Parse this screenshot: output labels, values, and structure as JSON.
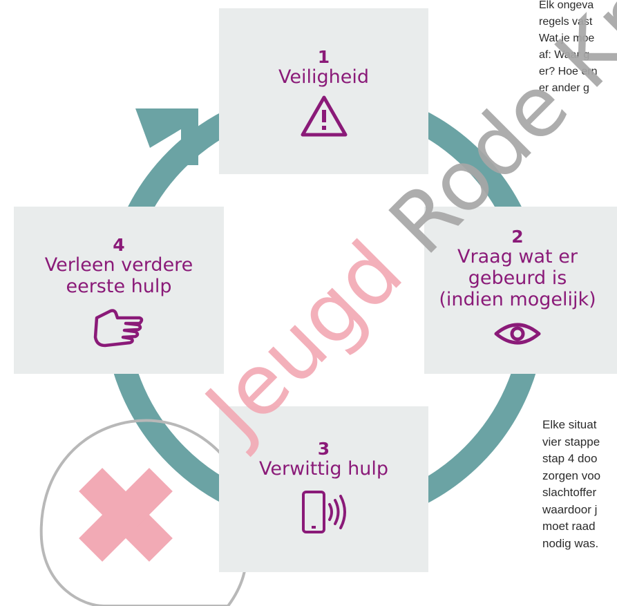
{
  "steps": [
    {
      "number": "1",
      "label_lines": [
        "Veiligheid"
      ],
      "icon": "warning-triangle-icon"
    },
    {
      "number": "2",
      "label_lines": [
        "Vraag wat er",
        "gebeurd is",
        "(indien mogelijk)"
      ],
      "icon": "eye-icon"
    },
    {
      "number": "3",
      "label_lines": [
        "Verwittig hulp"
      ],
      "icon": "phone-calling-icon"
    },
    {
      "number": "4",
      "label_lines": [
        "Verleen verdere",
        "eerste hulp"
      ],
      "icon": "hand-pointing-icon"
    }
  ],
  "side_text_top": [
    "Elk ongeva",
    "regels vast",
    "Wat je moe",
    "af: Waar g",
    "er? Hoe ern",
    "er ander g"
  ],
  "side_text_bottom": [
    "Elke situat",
    "vier stappe",
    "stap 4 doo",
    "zorgen voo",
    "slachtoffer",
    "waardoor j",
    "moet raad",
    "nodig was."
  ],
  "watermark": "Jeugd Rode Kruis",
  "colors": {
    "arrow": "#6ba3a4",
    "box": "#e9ecec",
    "accent": "#8a1a78",
    "cross": "#f2aab5",
    "watermark_gray": "#a7a7a7",
    "watermark_pink": "#f2aab5"
  }
}
